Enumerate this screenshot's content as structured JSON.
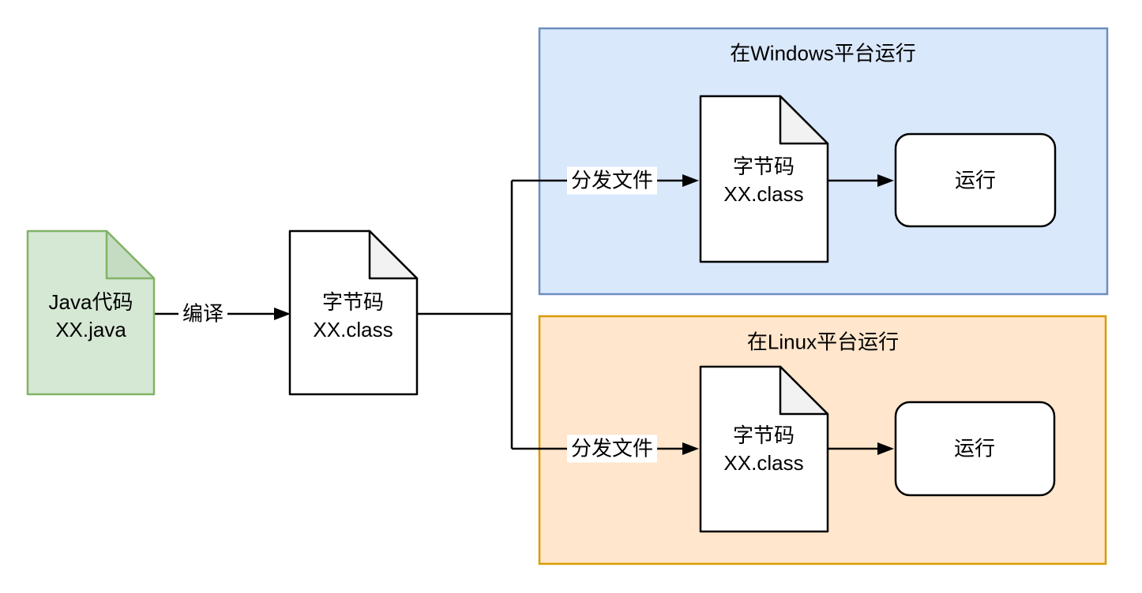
{
  "colors": {
    "background": "#ffffff",
    "java_source_fill": "#d5e8d4",
    "java_source_stroke": "#82b366",
    "java_source_fold": "#c5dcc3",
    "document_fill": "#ffffff",
    "document_stroke": "#000000",
    "document_fold": "#f2f2f2",
    "windows_container_fill": "#dae8fc",
    "windows_container_stroke": "#6c8ebf",
    "linux_container_fill": "#ffe6cc",
    "linux_container_stroke": "#d79b00",
    "connector": "#000000",
    "text": "#000000"
  },
  "nodes": {
    "java_source": {
      "label": "Java代码\nXX.java"
    },
    "bytecode": {
      "label": "字节码\nXX.class"
    }
  },
  "edges": {
    "compile": {
      "label": "编译"
    },
    "distribute_windows": {
      "label": "分发文件"
    },
    "distribute_linux": {
      "label": "分发文件"
    }
  },
  "windows_platform": {
    "title": "在Windows平台运行",
    "bytecode": {
      "label": "字节码\nXX.class"
    },
    "run": {
      "label": "运行"
    }
  },
  "linux_platform": {
    "title": "在Linux平台运行",
    "bytecode": {
      "label": "字节码\nXX.class"
    },
    "run": {
      "label": "运行"
    }
  }
}
